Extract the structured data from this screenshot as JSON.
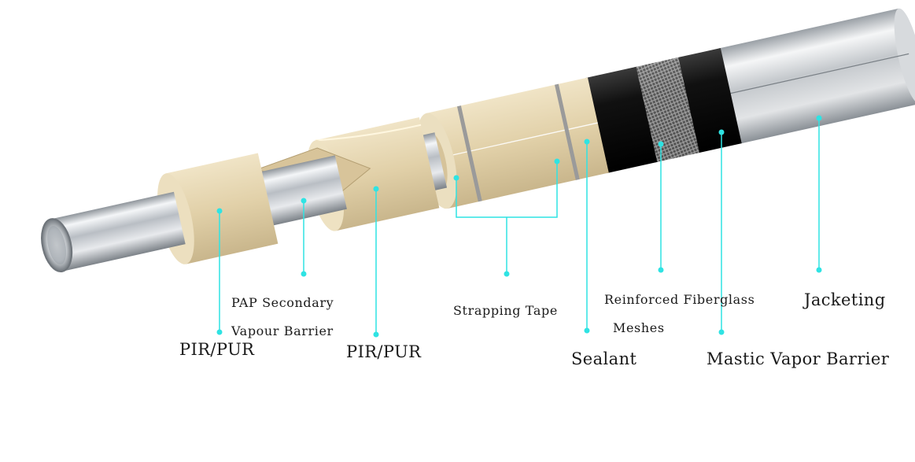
{
  "labels": {
    "pir_pur_1": "PIR/PUR",
    "pap_secondary": "PAP Secondary",
    "vapour_barrier": "Vapour Barrier",
    "pir_pur_2": "PIR/PUR",
    "strapping_tape": "Strapping Tape",
    "sealant": "Sealant",
    "reinforced_fiberglass": "Reinforced Fiberglass",
    "meshes": "Meshes",
    "mastic_vapor_barrier": "Mastic Vapor Barrier",
    "jacketing": "Jacketing"
  },
  "colors": {
    "leader": "#2fe3e3",
    "insulation": "#e3d3ad",
    "steel": "#c9ccd0",
    "mastic": "#0d0d0d",
    "mesh": "#8a8a8a"
  }
}
